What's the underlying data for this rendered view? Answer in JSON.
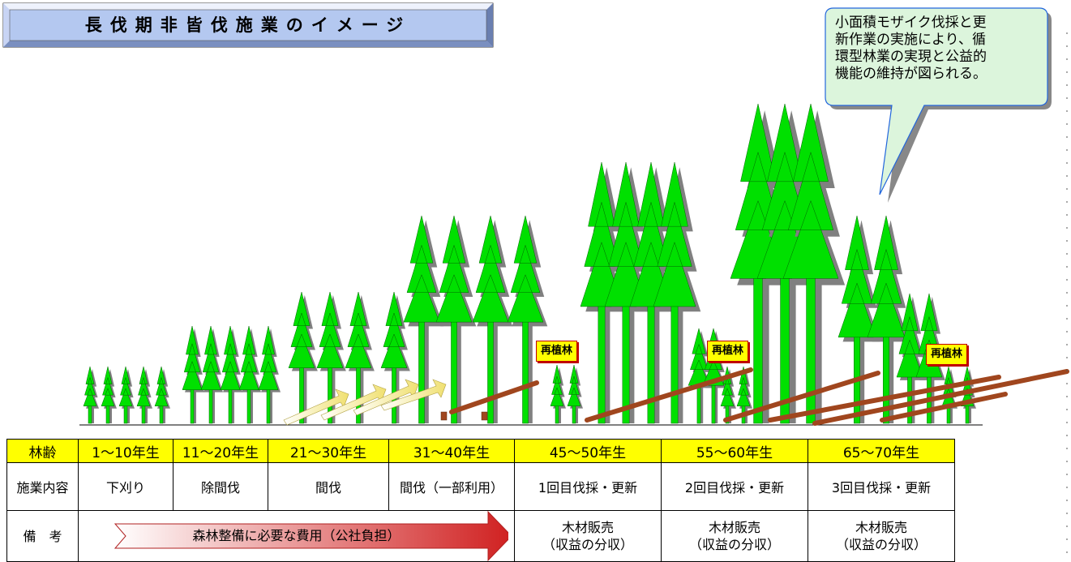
{
  "title": "長伐期非皆伐施業のイメージ",
  "callout": {
    "lines": [
      "小面積モザイク伐採と更",
      "新作業の実施により、循",
      "環型林業の実現と公益的",
      "機能の維持が図られる。"
    ]
  },
  "replant_label": "再植林",
  "table": {
    "row_headers": {
      "age": "林齢",
      "work": "施業内容",
      "note": "備　考"
    },
    "columns": [
      {
        "age": "1～10年生",
        "work": "下刈り"
      },
      {
        "age": "11～20年生",
        "work": "除間伐"
      },
      {
        "age": "21～30年生",
        "work": "間伐"
      },
      {
        "age": "31～40年生",
        "work": "間伐（一部利用）"
      },
      {
        "age": "45～50年生",
        "work": "1回目伐採・更新",
        "note": [
          "木材販売",
          "（収益の分収）"
        ]
      },
      {
        "age": "55～60年生",
        "work": "2回目伐採・更新",
        "note": [
          "木材販売",
          "（収益の分収）"
        ]
      },
      {
        "age": "65～70年生",
        "work": "3回目伐採・更新",
        "note": [
          "木材販売",
          "（収益の分収）"
        ]
      }
    ],
    "cost_arrow_text": "森林整備に必要な費用（公社負担）"
  },
  "colors": {
    "tree_green": "#00e000",
    "tree_outline": "#006600",
    "shadow": "#808080",
    "log": "#a0461e",
    "age_row": "#ffff00",
    "callout_fill": "#dcf5dc",
    "callout_border": "#2266dd",
    "title_fill": "#b4c8f0",
    "replant_fill": "#ffff00"
  }
}
